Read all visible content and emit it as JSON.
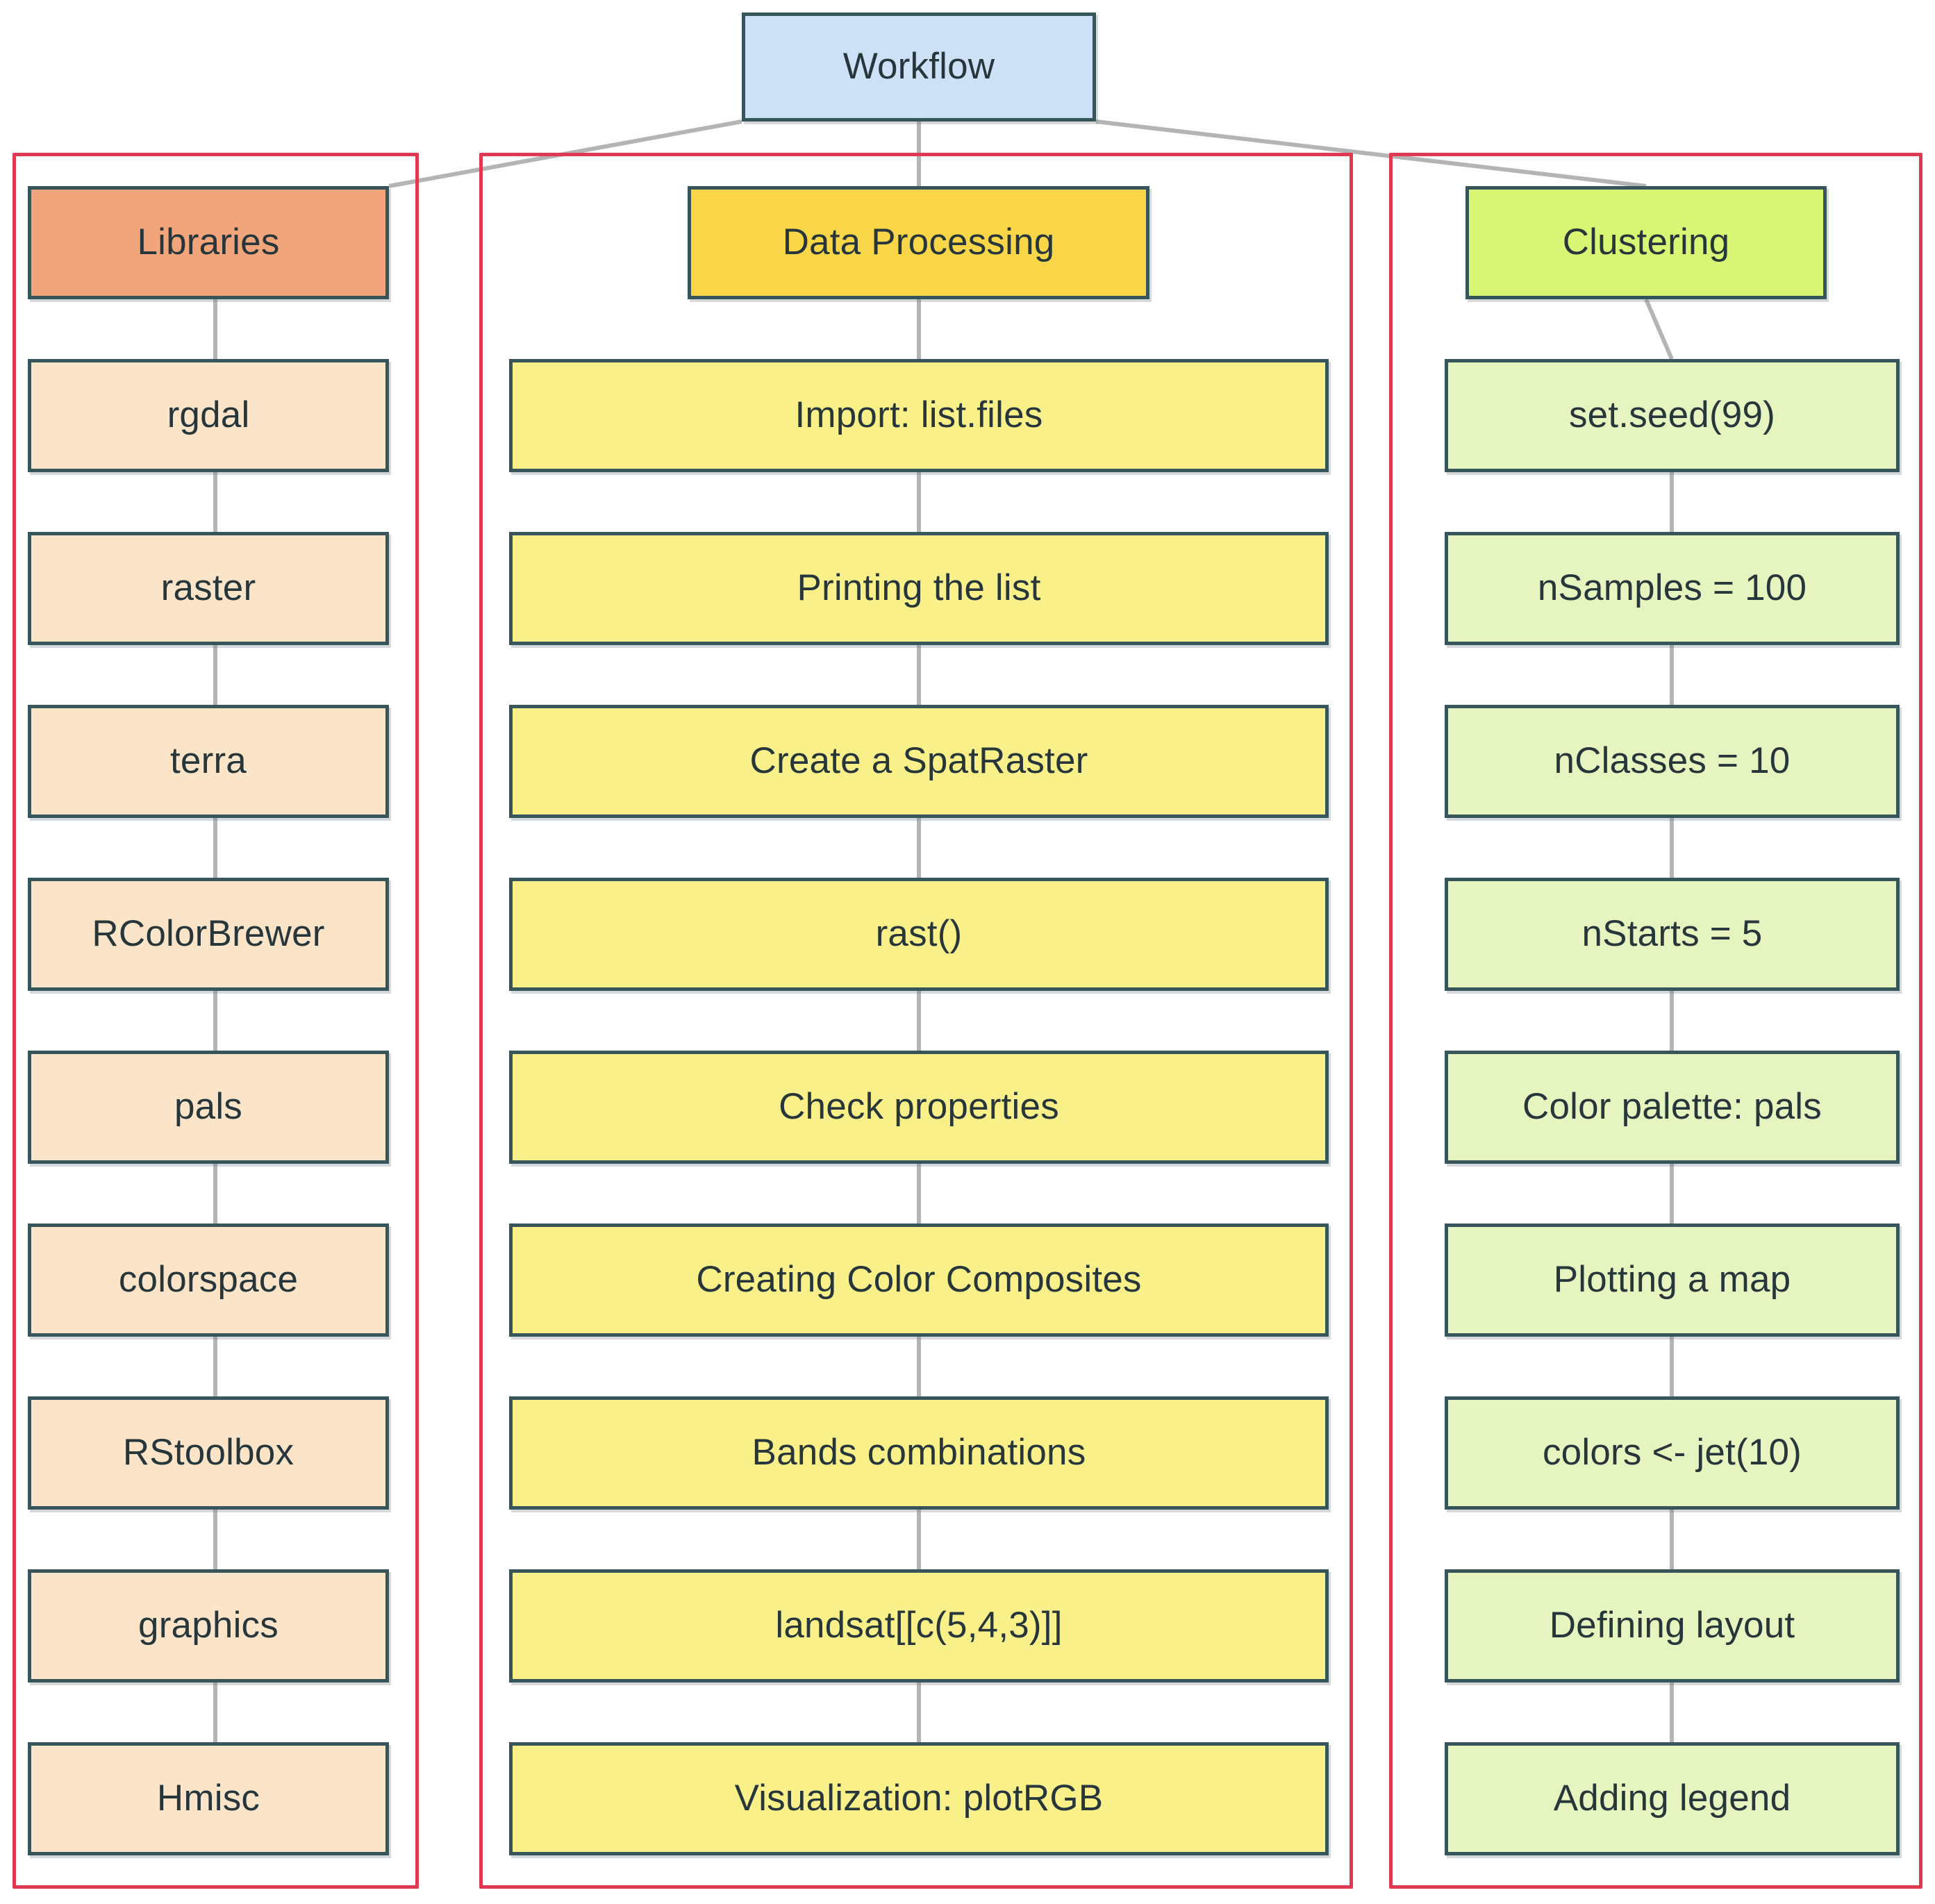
{
  "diagram": {
    "title": "Workflow",
    "type": "flowchart",
    "orientation": "top-down",
    "root": {
      "label": "Workflow",
      "fill": "#cce1f6",
      "stroke": "#36565c"
    },
    "subgraph_border_color": "#e03a52",
    "edge_color": "#b4b4b4",
    "text_color": "#27363b",
    "background": "#ffffff",
    "columns": [
      {
        "id": "libraries",
        "head": {
          "label": "Libraries",
          "fill": "#f2a47b"
        },
        "item_fill": "#fbe4c8",
        "items": [
          {
            "label": "rgdal"
          },
          {
            "label": "raster"
          },
          {
            "label": "terra"
          },
          {
            "label": "RColorBrewer"
          },
          {
            "label": "pals"
          },
          {
            "label": "colorspace"
          },
          {
            "label": "RStoolbox"
          },
          {
            "label": "graphics"
          },
          {
            "label": "Hmisc"
          }
        ]
      },
      {
        "id": "data-processing",
        "head": {
          "label": "Data Processing",
          "fill": "#f8d648"
        },
        "item_fill": "#faf08a",
        "items": [
          {
            "label": "Import: list.files"
          },
          {
            "label": "Printing the list"
          },
          {
            "label": "Create a SpatRaster"
          },
          {
            "label": "rast()"
          },
          {
            "label": "Check properties"
          },
          {
            "label": "Creating Color Composites"
          },
          {
            "label": "Bands combinations"
          },
          {
            "label": "landsat[[c(5,4,3)]]"
          },
          {
            "label": "Visualization: plotRGB"
          }
        ]
      },
      {
        "id": "clustering",
        "head": {
          "label": "Clustering",
          "fill": "#d9f574"
        },
        "item_fill": "#e6f5c0",
        "items": [
          {
            "label": "set.seed(99)"
          },
          {
            "label": "nSamples = 100"
          },
          {
            "label": "nClasses = 10"
          },
          {
            "label": "nStarts = 5"
          },
          {
            "label": "Color palette: pals"
          },
          {
            "label": "Plotting a map"
          },
          {
            "label": "colors <- jet(10)"
          },
          {
            "label": "Defining layout"
          },
          {
            "label": "Adding legend"
          }
        ]
      }
    ]
  }
}
